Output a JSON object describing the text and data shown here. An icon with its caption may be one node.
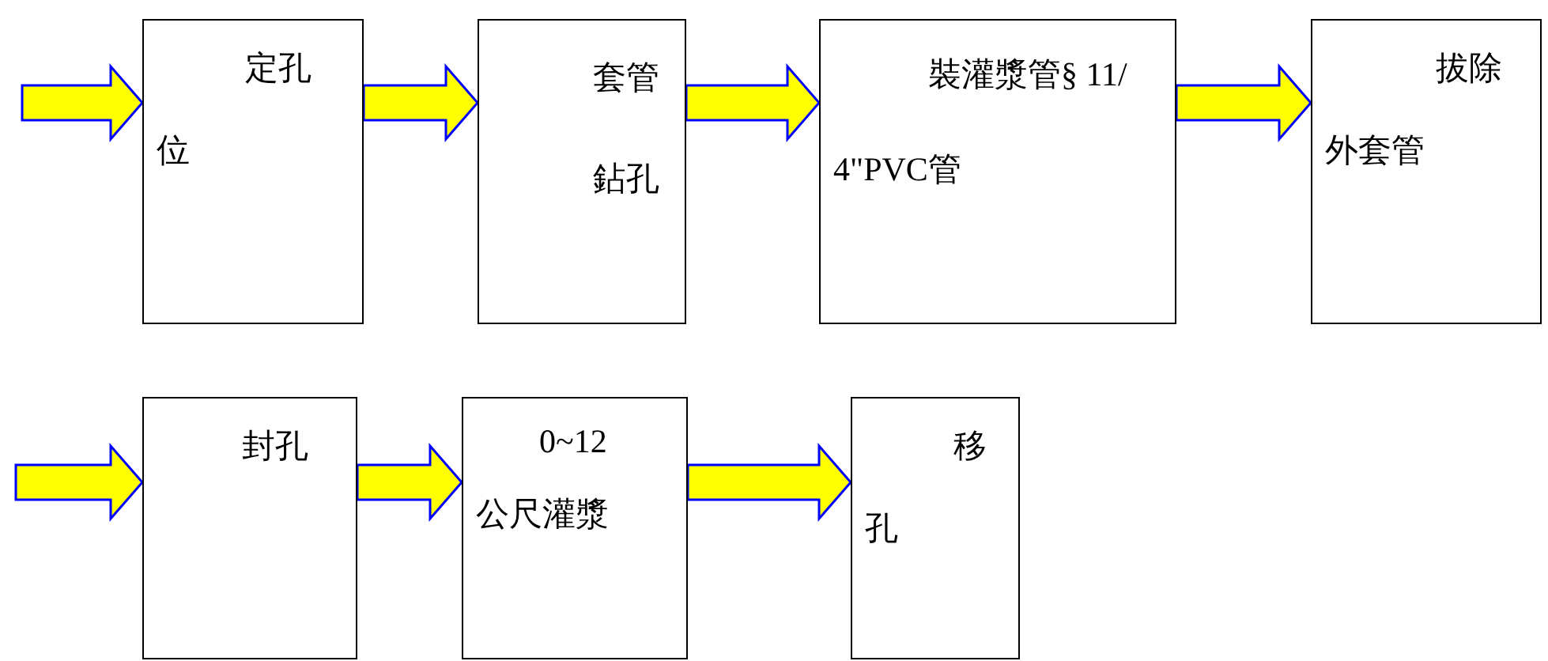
{
  "diagram": {
    "nodes": [
      {
        "text": [
          "定孔位"
        ]
      },
      {
        "text": [
          "套管鉆孔"
        ]
      },
      {
        "text": [
          "裝灌漿管§ 11/4\"PVC管"
        ]
      },
      {
        "text": [
          "拔除外套管"
        ]
      },
      {
        "text": [
          "封孔"
        ]
      },
      {
        "text": [
          "0~12公尺灌漿"
        ]
      },
      {
        "text": [
          "移孔"
        ]
      }
    ],
    "edges": [
      {
        "from": null,
        "to": 0,
        "arrow": "to"
      },
      {
        "from": 0,
        "to": 1,
        "arrow": "to"
      },
      {
        "from": 1,
        "to": 2,
        "arrow": "to"
      },
      {
        "from": 2,
        "to": 3,
        "arrow": "to"
      },
      {
        "from": null,
        "to": 4,
        "arrow": "to"
      },
      {
        "from": 4,
        "to": 5,
        "arrow": "to"
      },
      {
        "from": 5,
        "to": 6,
        "arrow": "to"
      }
    ]
  }
}
